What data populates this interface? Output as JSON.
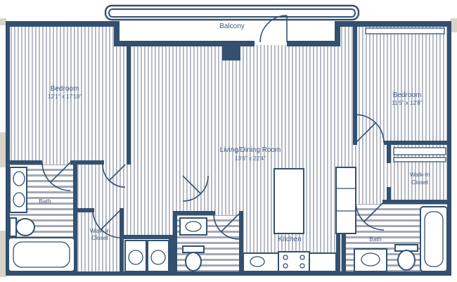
{
  "plan": {
    "type": "apartment-floor-plan",
    "colors": {
      "wall": "#33506f",
      "label_text": "#3f5a7e",
      "floor_hatch": "#aeb4bf",
      "bath_hatch": "#a3a9b4",
      "outside_patch": "#d8d4c9",
      "background": "#ffffff"
    },
    "rooms": {
      "balcony": {
        "label": "Balcony"
      },
      "bedroom_left": {
        "label": "Bedroom",
        "dims": "12'1\" x 17'10\""
      },
      "bedroom_right": {
        "label": "Bedroom",
        "dims": "11'5\" x 12'8\""
      },
      "living_dining": {
        "label": "Living/Dining Room",
        "dims": "13'6\" x 22'4\""
      },
      "kitchen": {
        "label": "Kitchen"
      },
      "bath_left": {
        "label": "Bath"
      },
      "bath_right": {
        "label": "Bath"
      },
      "walk_in_closet_left": {
        "line1": "Walk-In",
        "line2": "Closet"
      },
      "walk_in_closet_right": {
        "line1": "Walk-In",
        "line2": "Closet"
      }
    }
  }
}
